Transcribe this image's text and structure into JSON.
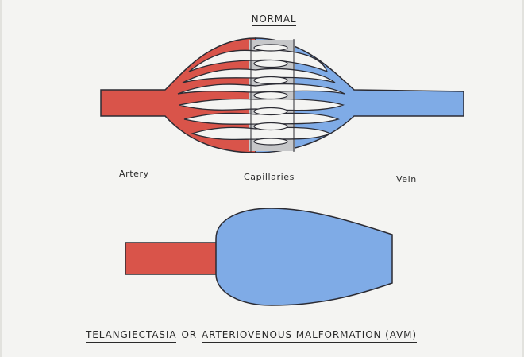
{
  "title": "NORMAL",
  "labels": {
    "artery": "Artery",
    "capillaries": "Capillaries",
    "vein": "Vein"
  },
  "caption": {
    "part1": "TELANGIECTASIA",
    "connector": "OR",
    "part2": "ARTERIOVENOUS MALFORMATION (AVM)"
  },
  "colors": {
    "artery": "#d9544a",
    "vein": "#7fabe6",
    "capillary": "#c6c7c9",
    "outline": "#2b2b33",
    "background": "#f4f4f2"
  }
}
